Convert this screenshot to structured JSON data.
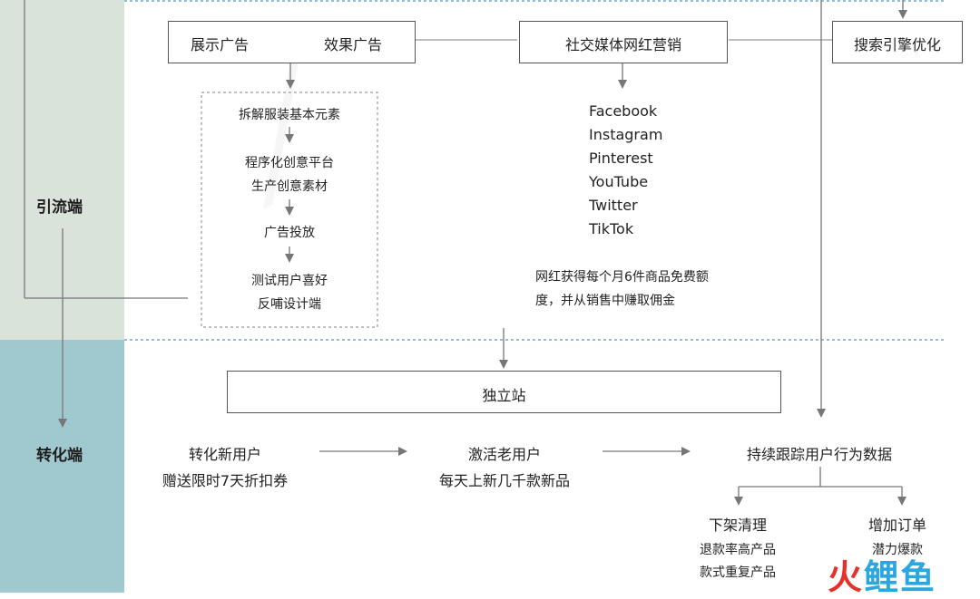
{
  "lanes": {
    "top": "引流端",
    "bottom": "转化端"
  },
  "top_boxes": {
    "ads_left": "展示广告",
    "ads_right": "效果广告",
    "social": "社交媒体网红营销",
    "search": "搜索引擎优化"
  },
  "ad_steps": [
    "拆解服装基本元素",
    "程序化创意平台",
    "生产创意素材",
    "广告投放",
    "测试用户喜好",
    "反哺设计端"
  ],
  "social_platforms": [
    "Facebook",
    "Instagram",
    "Pinterest",
    "YouTube",
    "Twitter",
    "TikTok"
  ],
  "influencer_note": [
    "网红获得每个月6件商品免费额",
    "度，并从销售中赚取佣金"
  ],
  "site_box": "独立站",
  "conversion": {
    "new_users": {
      "title": "转化新用户",
      "detail": "赠送限时7天折扣券"
    },
    "old_users": {
      "title": "激活老用户",
      "detail": "每天上新几千款新品"
    },
    "tracking": "持续跟踪用户行为数据"
  },
  "outcomes": {
    "clear": {
      "title": "下架清理",
      "items": [
        "退款率高产品",
        "款式重复产品"
      ]
    },
    "orders": {
      "title": "增加订单",
      "items": [
        "潜力爆款"
      ]
    }
  },
  "logo": {
    "part1": "火",
    "part2": "鲤鱼"
  },
  "colors": {
    "top_band": "#d9e3da",
    "bottom_band": "#a0c9cf",
    "dotted": "#4a9bd1",
    "arrow": "#777777"
  }
}
